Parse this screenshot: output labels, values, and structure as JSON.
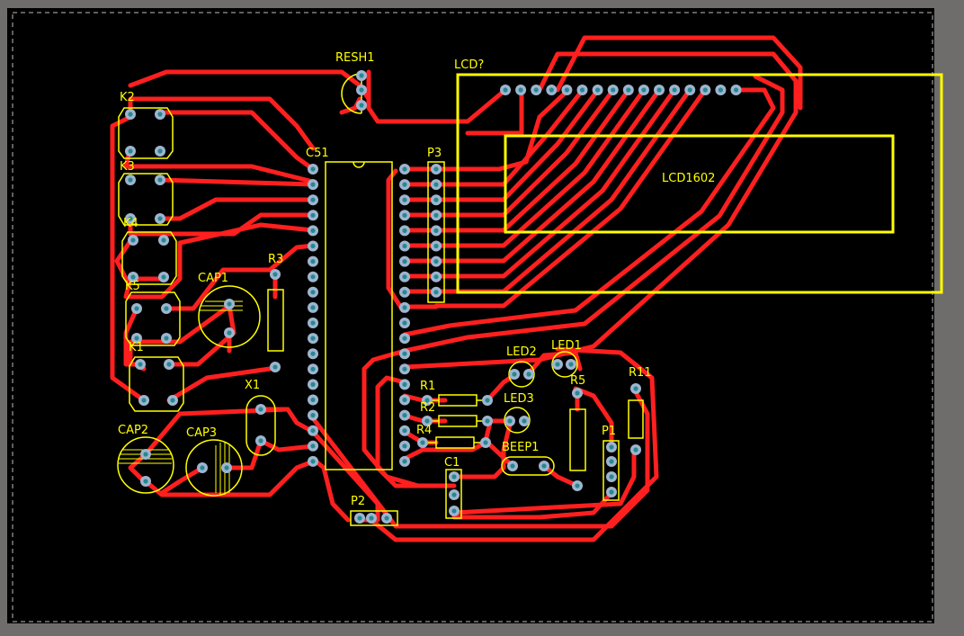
{
  "board": {
    "background": "#000000",
    "surround": "#6f6d6b",
    "trace_color": "#ff1f1f",
    "silk_color": "#ffff00",
    "pad_color": "#9fb4cf",
    "hole_color": "#25898f"
  },
  "components": {
    "resh1": "RESH1",
    "lcd_ref": "LCD?",
    "lcd_value": "LCD1602",
    "k2": "K2",
    "k3": "K3",
    "k4": "K4",
    "k5": "K5",
    "k1": "K1",
    "c51": "C51",
    "p3": "P3",
    "cap1": "CAP1",
    "r3": "R3",
    "x1": "X1",
    "cap2": "CAP2",
    "cap3": "CAP3",
    "led2": "LED2",
    "led1": "LED1",
    "led3": "LED3",
    "r5": "R5",
    "r11": "R11",
    "r1": "R1",
    "r2": "R2",
    "r4": "R4",
    "beep1": "BEEP1",
    "p1": "P1",
    "c1": "C1",
    "p2": "P2"
  }
}
